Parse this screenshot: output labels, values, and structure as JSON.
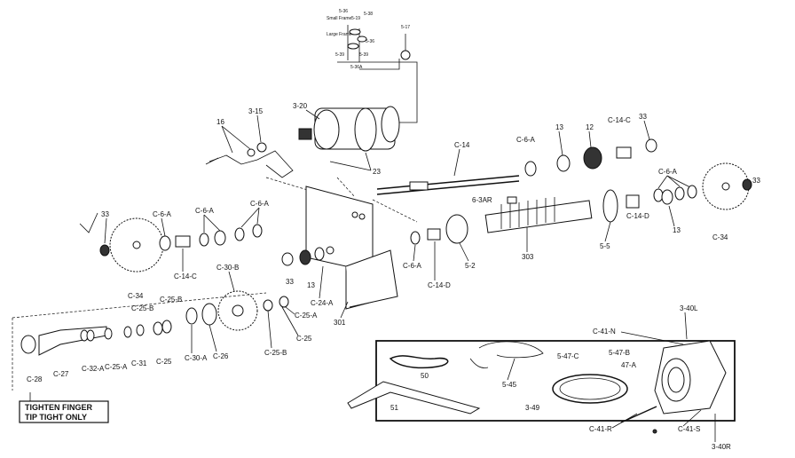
{
  "labels": {
    "p_5_36a": "5-36",
    "p_small_frame": "Small Frame",
    "p_5_19": "5-19",
    "p_5_38": "5-38",
    "p_large_frame": "Large Frame",
    "p_5_39a": "5-39",
    "p_5_39b": "5-39",
    "p_5_36b": "5-36",
    "p_5_36c": "5-36A",
    "p_5_17": "5-17",
    "p_16": "16",
    "p_3_15": "3-15",
    "p_3_20": "3-20",
    "p_23": "23",
    "p_c_14": "C-14",
    "p_c_6_a_top": "C-6-A",
    "p_13_top": "13",
    "p_12": "12",
    "p_c_14_c_top": "C-14-C",
    "p_33_top": "33",
    "p_c_6_a_right": "C-6-A",
    "p_33_right": "33",
    "p_6_3ar": "6-3AR",
    "p_c_14_d_right": "C-14-D",
    "p_13_right": "13",
    "p_c_34_right": "C-34",
    "p_5_5": "5-5",
    "p_303": "303",
    "p_5_2": "5-2",
    "p_c_6_a_mid": "C-6-A",
    "p_c_14_d_mid": "C-14-D",
    "p_33_left": "33",
    "p_c_6_a_l1": "C-6-A",
    "p_c_6_a_l2": "C-6-A",
    "p_c_6_a_l3": "C-6-A",
    "p_c_14_c_left": "C-14-C",
    "p_c_34_left": "C-34",
    "p_c_30_b": "C-30-B",
    "p_33_center": "33",
    "p_13_center": "13",
    "p_c_24_a": "C-24-A",
    "p_301": "301",
    "p_c_25_a": "C-25-A",
    "p_c_25_b_top": "C-25-B",
    "p_c_25_b_top2": "C-25-B",
    "p_c_25_right": "C-25",
    "p_c_25_b_right": "C-25-B",
    "p_c_28": "C-28",
    "p_c_27": "C-27",
    "p_c_32_a": "C-32-A",
    "p_c_25_a_low": "C-25-A",
    "p_c_31": "C-31",
    "p_c_25_low": "C-25",
    "p_c_30_a": "C-30-A",
    "p_c_26": "C-26",
    "p_3_40l": "3-40L",
    "p_c_41_n": "C-41-N",
    "p_5_47_c": "5-47-C",
    "p_5_47_b": "5-47-B",
    "p_47_a": "47-A",
    "p_50": "50",
    "p_5_45": "5-45",
    "p_51": "51",
    "p_3_49": "3-49",
    "p_c_41_r": "C-41-R",
    "p_c_41_s": "C-41-S",
    "p_3_40r": "3-40R"
  },
  "note": {
    "line1": "TIGHTEN FINGER",
    "line2": "TIP TIGHT ONLY"
  }
}
